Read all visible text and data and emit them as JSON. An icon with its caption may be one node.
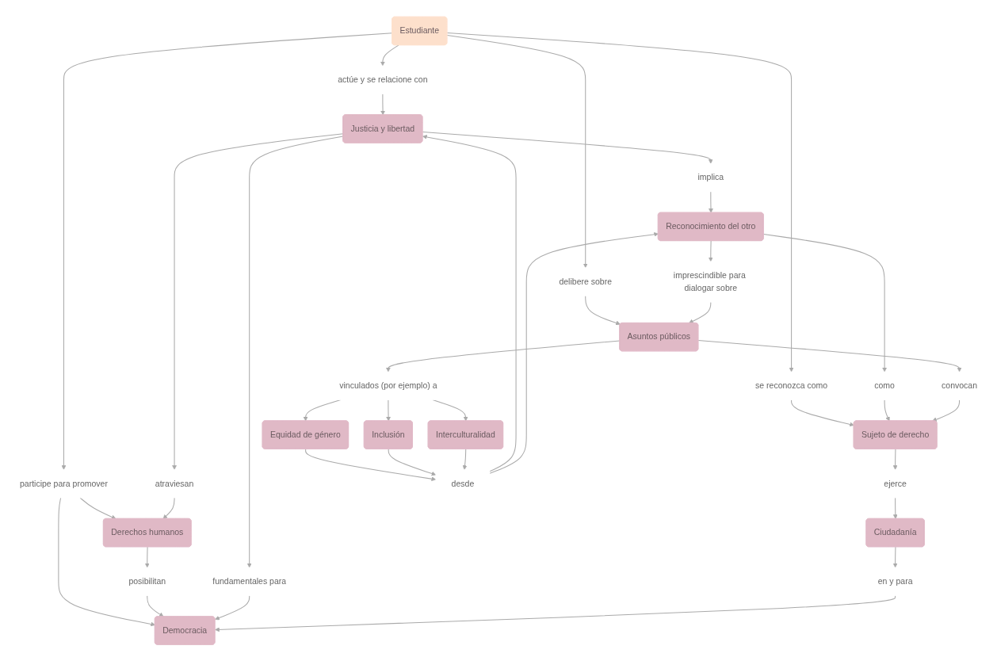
{
  "diagram": {
    "nodes": [
      {
        "text": [
          "Estudiante"
        ]
      },
      {
        "text": [
          "se reconozca como"
        ]
      },
      {
        "text": [
          "participe para promover"
        ]
      },
      {
        "text": [
          "Democracia"
        ]
      },
      {
        "text": [
          "Derechos humanos"
        ]
      },
      {
        "text": [
          "atraviesan"
        ]
      },
      {
        "text": [
          "posibilitan"
        ]
      },
      {
        "text": [
          "actúe y se relacione con"
        ]
      },
      {
        "text": [
          "delibere sobre"
        ]
      },
      {
        "text": [
          "fundamentales para"
        ]
      },
      {
        "text": [
          "Justicia y libertad"
        ]
      },
      {
        "text": [
          "en y para"
        ]
      },
      {
        "text": [
          "Sujeto de derecho"
        ]
      },
      {
        "text": [
          "ejerce"
        ]
      },
      {
        "text": [
          "Ciudadanía"
        ]
      },
      {
        "text": [
          "Equidad de género"
        ]
      },
      {
        "text": [
          "vinculados (por ejemplo) a"
        ]
      },
      {
        "text": [
          "Asuntos públicos"
        ]
      },
      {
        "text": [
          "implica"
        ]
      },
      {
        "text": [
          "desde"
        ]
      },
      {
        "text": [
          "Inclusión"
        ]
      },
      {
        "text": [
          "Interculturalidad"
        ]
      },
      {
        "text": [
          "como"
        ]
      },
      {
        "text": [
          "Reconocimiento del otro"
        ]
      },
      {
        "text": [
          "imprescindible para dialogar sobre"
        ]
      },
      {
        "text": [
          "convocan"
        ]
      }
    ],
    "edges": [
      {
        "from": 0,
        "to": 1,
        "arrow": "to"
      },
      {
        "from": 0,
        "to": 2,
        "arrow": "to"
      },
      {
        "from": 0,
        "to": 7,
        "arrow": "to"
      },
      {
        "from": 0,
        "to": 8,
        "arrow": "to"
      },
      {
        "from": 1,
        "to": 12,
        "arrow": "to"
      },
      {
        "from": 2,
        "to": 3,
        "arrow": "to"
      },
      {
        "from": 2,
        "to": 4,
        "arrow": "to"
      },
      {
        "from": 4,
        "to": 6,
        "arrow": "to"
      },
      {
        "from": 6,
        "to": 3,
        "arrow": "to"
      },
      {
        "from": 5,
        "to": 4,
        "arrow": "to"
      },
      {
        "from": 10,
        "to": 5,
        "arrow": "to"
      },
      {
        "from": 7,
        "to": 10,
        "arrow": "to"
      },
      {
        "from": 10,
        "to": 9,
        "arrow": "to"
      },
      {
        "from": 9,
        "to": 3,
        "arrow": "to"
      },
      {
        "from": 14,
        "to": 11,
        "arrow": "to"
      },
      {
        "from": 11,
        "to": 3,
        "arrow": "to"
      },
      {
        "from": 12,
        "to": 13,
        "arrow": "to"
      },
      {
        "from": 13,
        "to": 14,
        "arrow": "to"
      },
      {
        "from": 8,
        "to": 17,
        "arrow": "to"
      },
      {
        "from": 17,
        "to": 16,
        "arrow": "to"
      },
      {
        "from": 16,
        "to": 15,
        "arrow": "to"
      },
      {
        "from": 16,
        "to": 20,
        "arrow": "to"
      },
      {
        "from": 16,
        "to": 21,
        "arrow": "to"
      },
      {
        "from": 10,
        "to": 18,
        "arrow": "to"
      },
      {
        "from": 18,
        "to": 23,
        "arrow": "to"
      },
      {
        "from": 15,
        "to": 19,
        "arrow": "to"
      },
      {
        "from": 20,
        "to": 19,
        "arrow": "to"
      },
      {
        "from": 21,
        "to": 19,
        "arrow": "to"
      },
      {
        "from": 19,
        "to": 10,
        "arrow": "to"
      },
      {
        "from": 19,
        "to": 23,
        "arrow": "to"
      },
      {
        "from": 23,
        "to": 22,
        "arrow": "to"
      },
      {
        "from": 22,
        "to": 12,
        "arrow": "to"
      },
      {
        "from": 23,
        "to": 24,
        "arrow": "to"
      },
      {
        "from": 24,
        "to": 17,
        "arrow": "to"
      },
      {
        "from": 17,
        "to": 25,
        "arrow": "to"
      },
      {
        "from": 25,
        "to": 12,
        "arrow": "to"
      }
    ]
  }
}
